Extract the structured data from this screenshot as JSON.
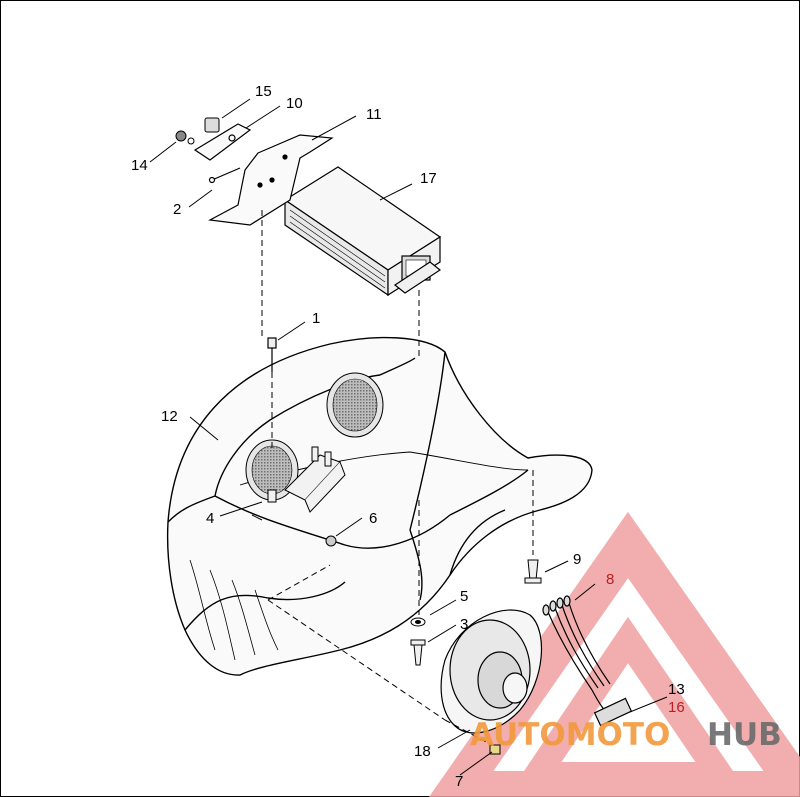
{
  "diagram": {
    "callouts": [
      "1",
      "2",
      "3",
      "4",
      "5",
      "6",
      "7",
      "8",
      "9",
      "10",
      "11",
      "12",
      "13",
      "14",
      "15",
      "16",
      "17",
      "18"
    ]
  },
  "watermark": {
    "part1": "AUTOMOTO",
    "part2": "HUB",
    "color_primary": "#e86b6b",
    "color_secondary": "#6b6b6b"
  }
}
